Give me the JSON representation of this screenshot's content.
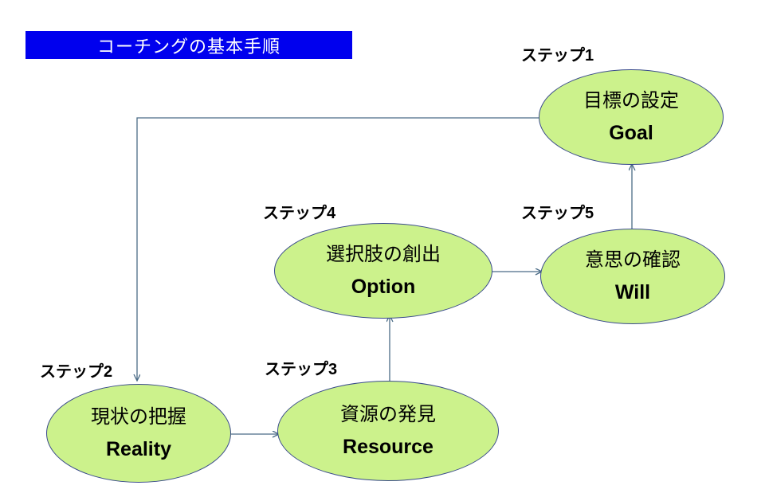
{
  "title": {
    "text": "コーチングの基本手順",
    "background_color": "#0000ee",
    "text_color": "#ffffff"
  },
  "theme": {
    "node_fill": "#ccf28c",
    "node_border": "#394a8c",
    "connector_color": "#4a6b86",
    "page_background": "#ffffff"
  },
  "nodes": [
    {
      "id": "goal",
      "step_label": "ステップ1",
      "jp": "目標の設定",
      "en": "Goal"
    },
    {
      "id": "reality",
      "step_label": "ステップ2",
      "jp": "現状の把握",
      "en": "Reality"
    },
    {
      "id": "resource",
      "step_label": "ステップ3",
      "jp": "資源の発見",
      "en": "Resource"
    },
    {
      "id": "option",
      "step_label": "ステップ4",
      "jp": "選択肢の創出",
      "en": "Option"
    },
    {
      "id": "will",
      "step_label": "ステップ5",
      "jp": "意思の確認",
      "en": "Will"
    }
  ],
  "connectors": [
    {
      "from": "goal",
      "to": "reality",
      "style": "elbow-left-down",
      "arrow": true
    },
    {
      "from": "reality",
      "to": "resource",
      "style": "straight-right",
      "arrow": true
    },
    {
      "from": "resource",
      "to": "option",
      "style": "straight-up",
      "arrow": true
    },
    {
      "from": "option",
      "to": "will",
      "style": "straight-right",
      "arrow": true
    },
    {
      "from": "will",
      "to": "goal",
      "style": "straight-up",
      "arrow": true
    }
  ]
}
